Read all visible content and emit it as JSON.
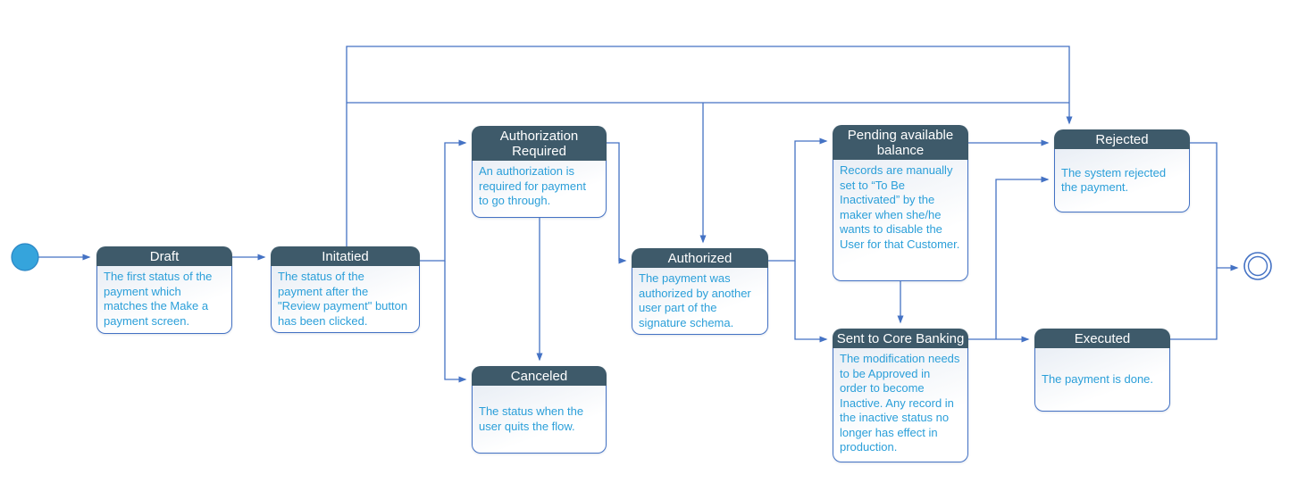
{
  "colors": {
    "header_bg": "#3E5A6A",
    "border": "#4472C4",
    "connector": "#4472C4",
    "body_text": "#2B9FD9",
    "start_fill": "#35A4DC"
  },
  "nodes": {
    "start": {
      "type": "initial-state"
    },
    "end": {
      "type": "final-state"
    }
  },
  "states": [
    {
      "id": "draft",
      "title": "Draft",
      "desc": "The first status of the payment which matches the Make a payment screen."
    },
    {
      "id": "initatied",
      "title": "Initatied",
      "desc": "The status of the payment after the \"Review payment\" button has been clicked."
    },
    {
      "id": "authorization-required",
      "title": "Authorization Required",
      "desc": "An authorization is required for payment to go through."
    },
    {
      "id": "canceled",
      "title": "Canceled",
      "desc": "The status when the user quits the flow."
    },
    {
      "id": "authorized",
      "title": "Authorized",
      "desc": "The payment was authorized by another user part of the signature schema."
    },
    {
      "id": "pending-available-balance",
      "title": "Pending available balance",
      "desc": "Records are manually set to “To Be Inactivated” by the maker when she/he wants to disable the User for that Customer."
    },
    {
      "id": "sent-to-core-banking",
      "title": "Sent to Core Banking",
      "desc": "The modification needs to be Approved in order to become Inactive. Any record in the inactive status no longer has effect in production."
    },
    {
      "id": "rejected",
      "title": "Rejected",
      "desc": "The system rejected the payment."
    },
    {
      "id": "executed",
      "title": "Executed",
      "desc": "The payment is done."
    }
  ]
}
